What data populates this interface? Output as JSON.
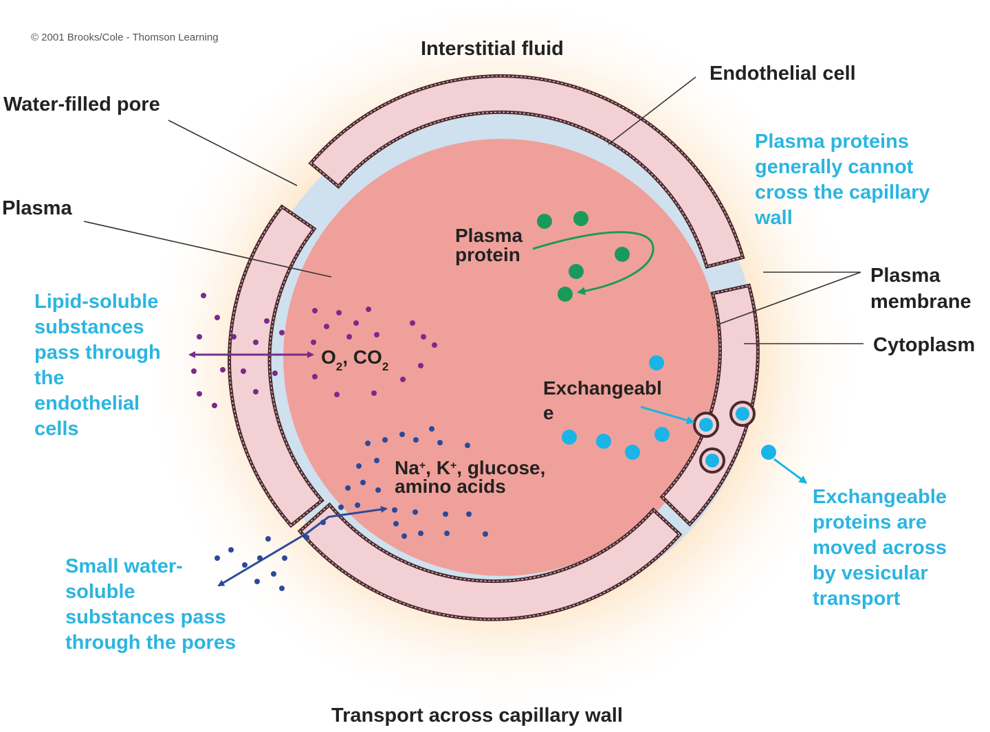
{
  "copyright": "© 2001 Brooks/Cole - Thomson Learning",
  "caption": "Transport across capillary wall",
  "labels": {
    "interstitial_fluid": "Interstitial fluid",
    "endothelial_cell": "Endothelial cell",
    "water_filled_pore": "Water-filled pore",
    "plasma": "Plasma",
    "plasma_membrane": [
      "Plasma",
      "membrane"
    ],
    "cytoplasm": "Cytoplasm",
    "plasma_protein": [
      "Plasma",
      "protein"
    ],
    "o2_co2": {
      "o": "O",
      "sub1": "2",
      "sep": ", CO",
      "sub2": "2"
    },
    "exchangeable": [
      "Exchangeabl",
      "e"
    ],
    "na_k": {
      "na": "Na",
      "plus1": "+",
      "k": ", K",
      "plus2": "+",
      "rest": ", glucose,"
    },
    "amino_acids": "amino acids"
  },
  "annotations": {
    "plasma_proteins_cannot": [
      "Plasma proteins",
      "generally cannot",
      "cross the capillary",
      "wall"
    ],
    "lipid_soluble": [
      "Lipid-soluble",
      "substances",
      "pass through",
      "the",
      "endothelial",
      "cells"
    ],
    "small_water_soluble": [
      "Small water-",
      "soluble",
      "substances pass",
      "through the pores"
    ],
    "exchangeable_vesicular": [
      "Exchangeable",
      "proteins are",
      "moved across",
      "by vesicular",
      "transport"
    ]
  },
  "colors": {
    "plasma_fill": "#f0a09a",
    "cell_fill": "#f2d0d4",
    "membrane": "#4a2a2e",
    "pore": "#cfe0ee",
    "halo": "#fde3c2",
    "annotation_text": "#2bb5e0",
    "lipid_dots": "#7a2a8a",
    "water_soluble_dots": "#2a4a9a",
    "plasma_protein_dots": "#1a9a5a",
    "exchangeable_dots": "#1ab4e6"
  }
}
